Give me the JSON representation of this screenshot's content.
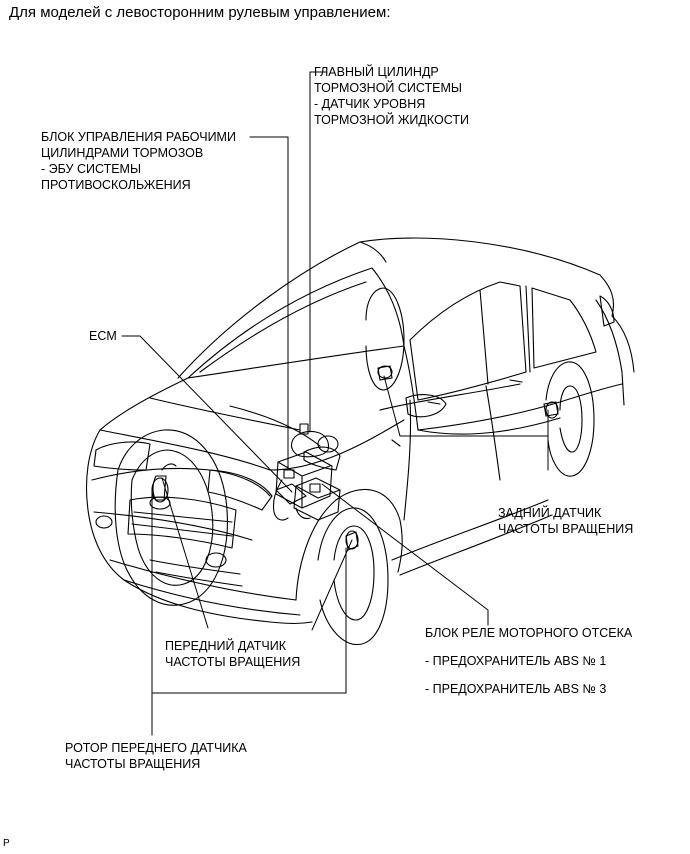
{
  "header": {
    "title": "Для моделей с левосторонним рулевым управлением:"
  },
  "labels": {
    "master_cylinder": {
      "line1": "ГЛАВНЫЙ ЦИЛИНДР",
      "line2": "ТОРМОЗНОЙ СИСТЕМЫ",
      "line3": "- ДАТЧИК УРОВНЯ",
      "line4": "ТОРМОЗНОЙ ЖИДКОСТИ"
    },
    "actuator": {
      "line1": "БЛОК УПРАВЛЕНИЯ РАБОЧИМИ",
      "line2": "ЦИЛИНДРАМИ ТОРМОЗОВ",
      "line3": "- ЭБУ СИСТЕМЫ",
      "line4": "ПРОТИВОСКОЛЬЖЕНИЯ"
    },
    "ecm": "ECM",
    "rear_speed_sensor": {
      "line1": "ЗАДНИЙ ДАТЧИК",
      "line2": "ЧАСТОТЫ ВРАЩЕНИЯ"
    },
    "front_speed_sensor": {
      "line1": "ПЕРЕДНИЙ ДАТЧИК",
      "line2": "ЧАСТОТЫ ВРАЩЕНИЯ"
    },
    "relay_block": {
      "line1": "БЛОК РЕЛЕ МОТОРНОГО ОТСЕКА",
      "fuse1": "- ПРЕДОХРАНИТЕЛЬ ABS № 1",
      "fuse3": "- ПРЕДОХРАНИТЕЛЬ ABS № 3"
    },
    "front_rotor": {
      "line1": "РОТОР ПЕРЕДНЕГО ДАТЧИКА",
      "line2": "ЧАСТОТЫ ВРАЩЕНИЯ"
    }
  },
  "footer": {
    "code": "P"
  }
}
